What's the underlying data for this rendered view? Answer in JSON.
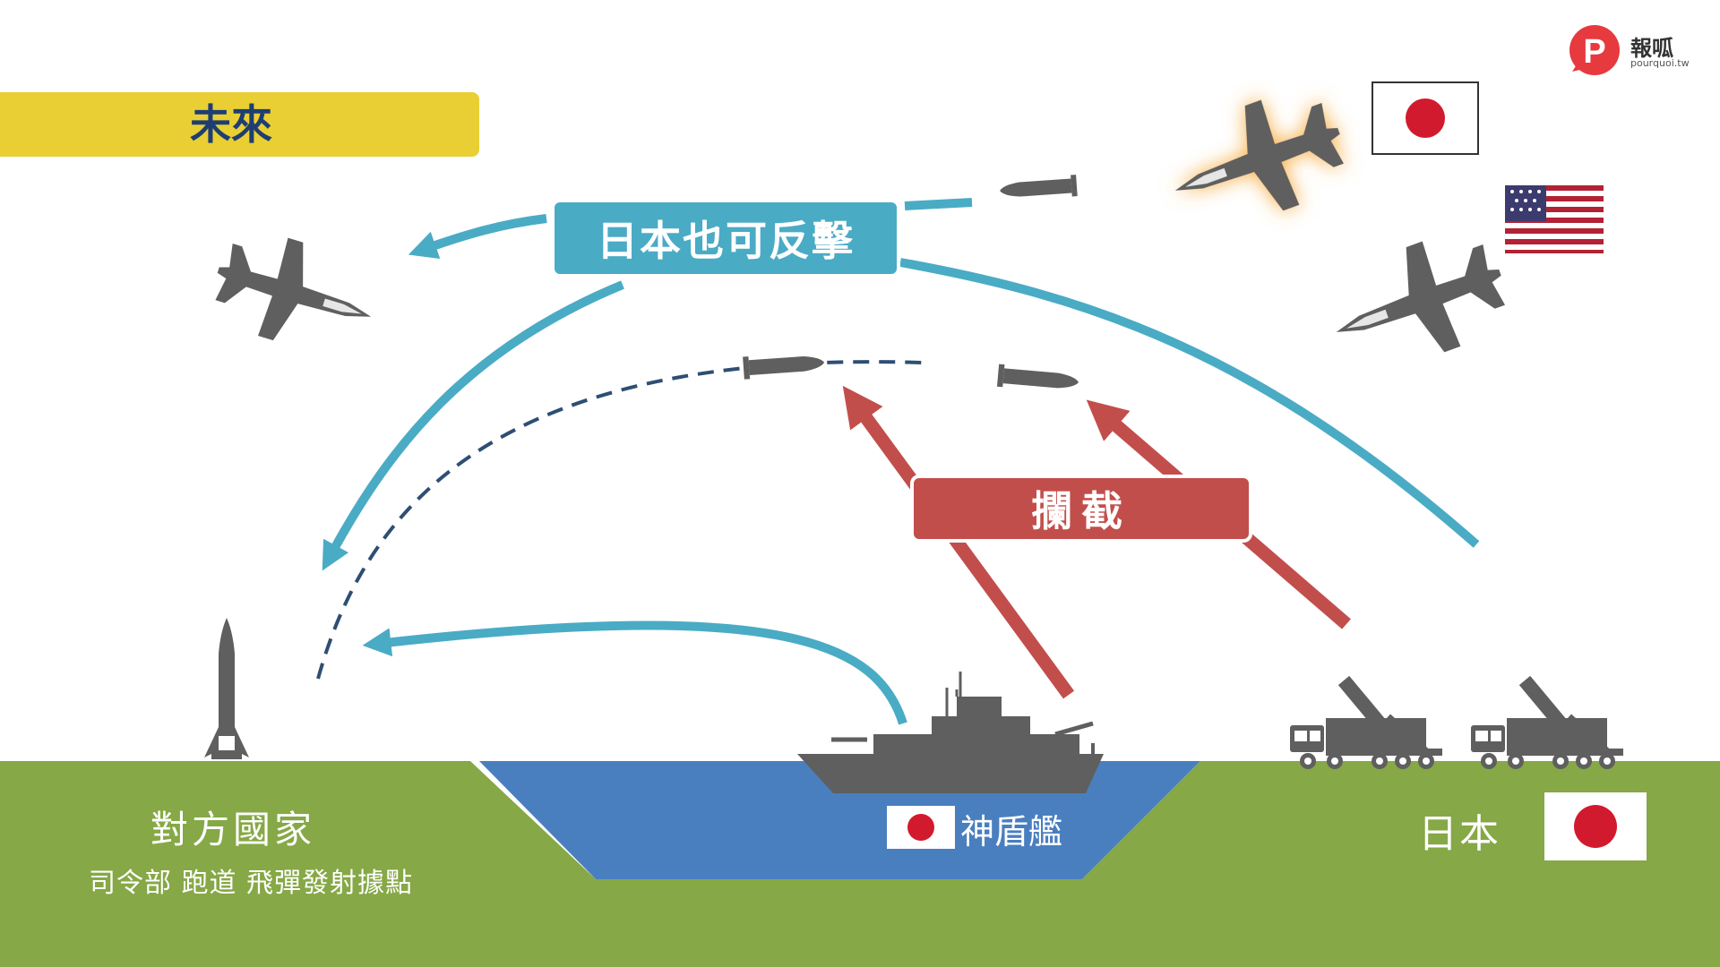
{
  "era_label": "未來",
  "counterattack_label": "日本也可反擊",
  "intercept_label": "攔截",
  "enemy": {
    "title": "對方國家",
    "targets": "司令部 跑道 飛彈發射據點"
  },
  "aegis_label": "神盾艦",
  "japan_label": "日本",
  "logo": {
    "name": "報呱",
    "domain": "pourquoi.tw",
    "mark": "P"
  },
  "colors": {
    "counterattack": "#4aabc5",
    "intercept": "#c24e4c",
    "land": "#86a846",
    "sea": "#4a7fbf",
    "era": "#e9cf33",
    "equipment": "#5f5f5f",
    "trajectory": "#2e4e73"
  },
  "icons": [
    "enemy-fighter-icon",
    "japan-fighter-icon",
    "us-fighter-icon",
    "missile-icon",
    "ballistic-missile-icon",
    "aegis-ship-icon",
    "missile-launcher-truck-icon",
    "japan-flag-icon",
    "us-flag-icon"
  ]
}
